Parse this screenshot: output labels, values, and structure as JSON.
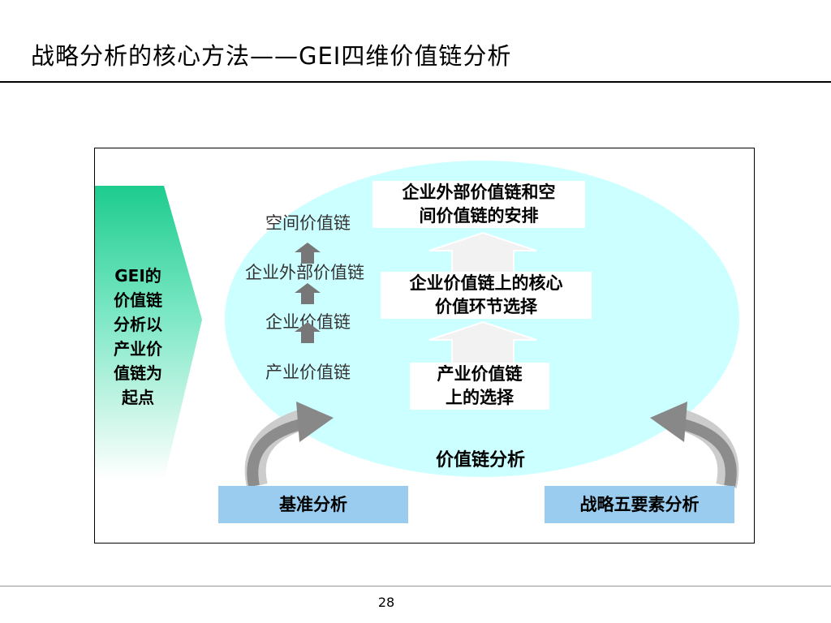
{
  "header": {
    "title": "战略分析的核心方法——GEI四维价值链分析"
  },
  "diagram": {
    "side_label": [
      "GEI的",
      "价值链",
      "分析以",
      "产业价",
      "值链为",
      "起点"
    ],
    "levels": [
      "空间价值链",
      "企业外部价值链",
      "企业价值链",
      "产业价值链"
    ],
    "boxes": [
      [
        "企业外部价值链和空",
        "间价值链的安排"
      ],
      [
        "企业价值链上的核心",
        "价值环节选择"
      ],
      [
        "产业价值链",
        "上的选择"
      ]
    ],
    "center_label": "价值链分析",
    "bottom_left": "基准分析",
    "bottom_right": "战略五要素分析"
  },
  "colors": {
    "ellipse": "#ccffff",
    "side_gradient_top": "#1dcc8e",
    "side_gradient_bottom": "#ffffff",
    "bottom_boxes": "#99ccee",
    "arrow_dark": "#777777",
    "arrow_light": "#f2f2f2"
  },
  "footer": {
    "page_number": "28"
  }
}
